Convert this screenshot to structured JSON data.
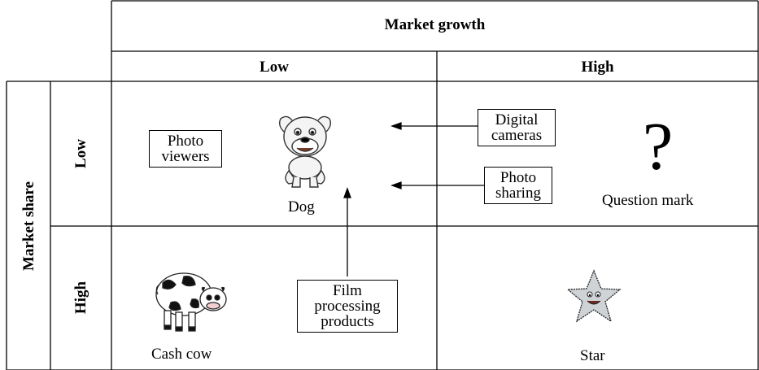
{
  "header": {
    "market_growth": "Market growth",
    "growth_low": "Low",
    "growth_high": "High"
  },
  "side": {
    "market_share": "Market share",
    "share_low": "Low",
    "share_high": "High"
  },
  "quadrants": {
    "dog": "Dog",
    "question_mark": "Question mark",
    "question_symbol": "?",
    "cash_cow": "Cash cow",
    "star": "Star"
  },
  "products": {
    "photo_viewers": [
      "Photo",
      "viewers"
    ],
    "digital_cameras": [
      "Digital",
      "cameras"
    ],
    "photo_sharing": [
      "Photo",
      "sharing"
    ],
    "film_processing": [
      "Film",
      "processing",
      "products"
    ]
  }
}
